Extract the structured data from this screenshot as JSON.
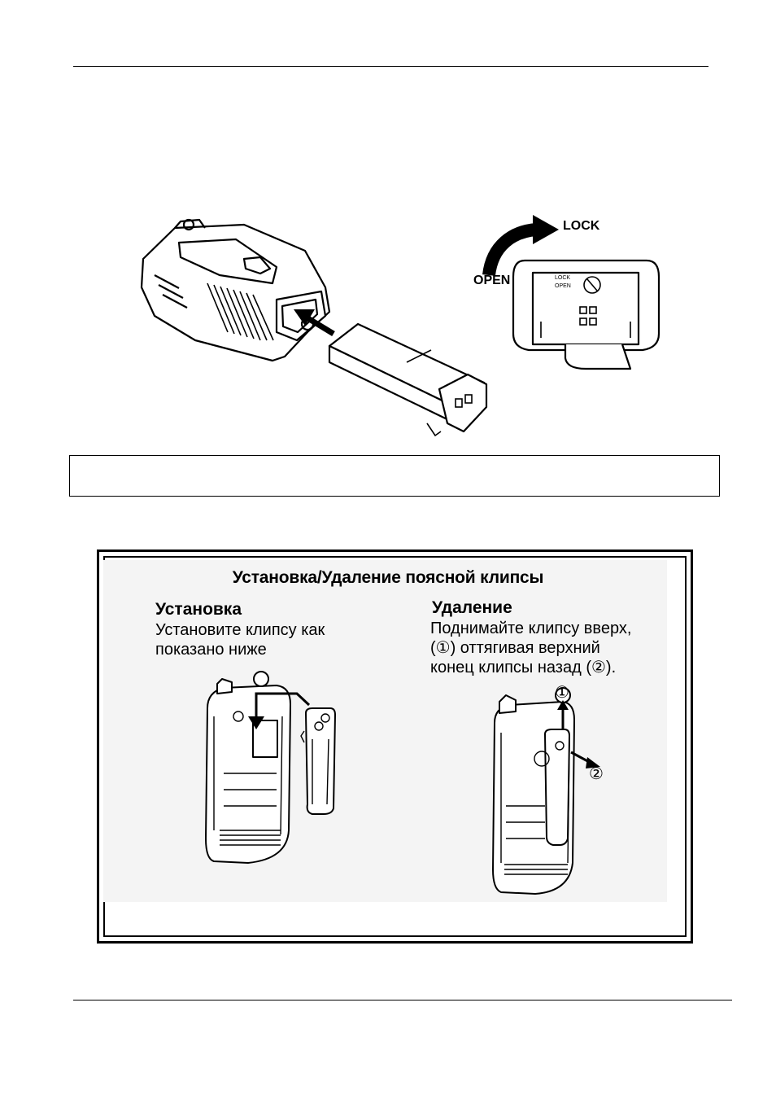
{
  "battery_section": {
    "lock_label": "LOCK",
    "open_label": "OPEN",
    "plate_lock_text": "LOCK",
    "plate_open_text": "OPEN"
  },
  "belt_clip_panel": {
    "title": "Установка/Удаление поясной клипсы",
    "install": {
      "heading": "Установка",
      "lines": [
        "Установите клипсу как",
        "показано ниже"
      ]
    },
    "remove": {
      "heading": "Удаление",
      "lines": [
        "Поднимайте клипсу вверх,",
        "(①) оттягивая верхний",
        "конец клипсы назад   (②)."
      ],
      "step1_marker": "①",
      "step2_marker": "②"
    }
  }
}
